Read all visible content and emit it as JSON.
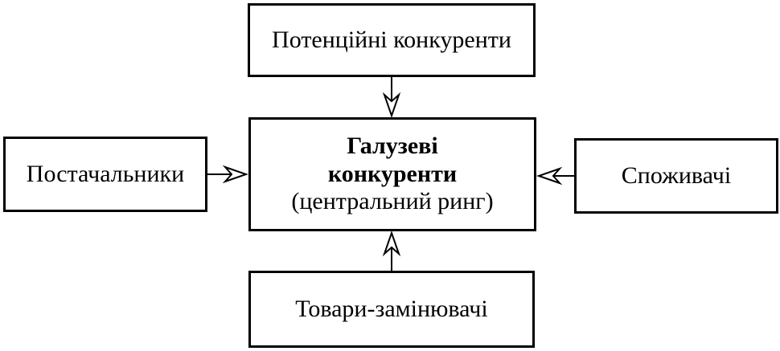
{
  "diagram": {
    "top_box": {
      "label": "Потенційні конкуренти"
    },
    "left_box": {
      "label": "Постачальники"
    },
    "right_box": {
      "label": "Споживачі"
    },
    "bottom_box": {
      "label": "Товари-замінювачі"
    },
    "center_box": {
      "line1": "Галузеві",
      "line2": "конкуренти",
      "line3": "(центральний ринг)"
    },
    "colors": {
      "stroke": "#000000",
      "background": "#ffffff"
    }
  }
}
